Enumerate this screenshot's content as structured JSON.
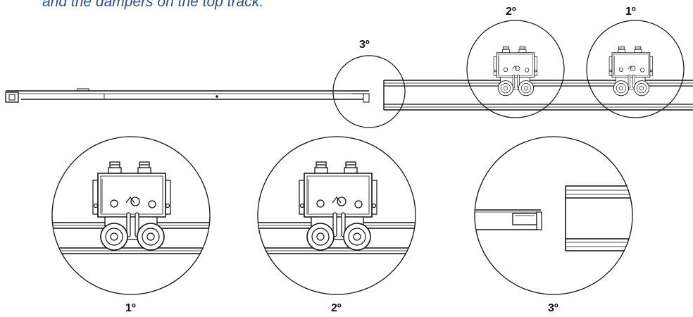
{
  "caption": "and the dampers on the top track.",
  "labels": {
    "top_second": "2º",
    "top_first": "1º",
    "top_third": "3º",
    "bottom_first": "1º",
    "bottom_second": "2º",
    "bottom_third": "3º"
  },
  "colors": {
    "line": "#111111",
    "caption": "#27509b",
    "background": "#ffffff"
  }
}
